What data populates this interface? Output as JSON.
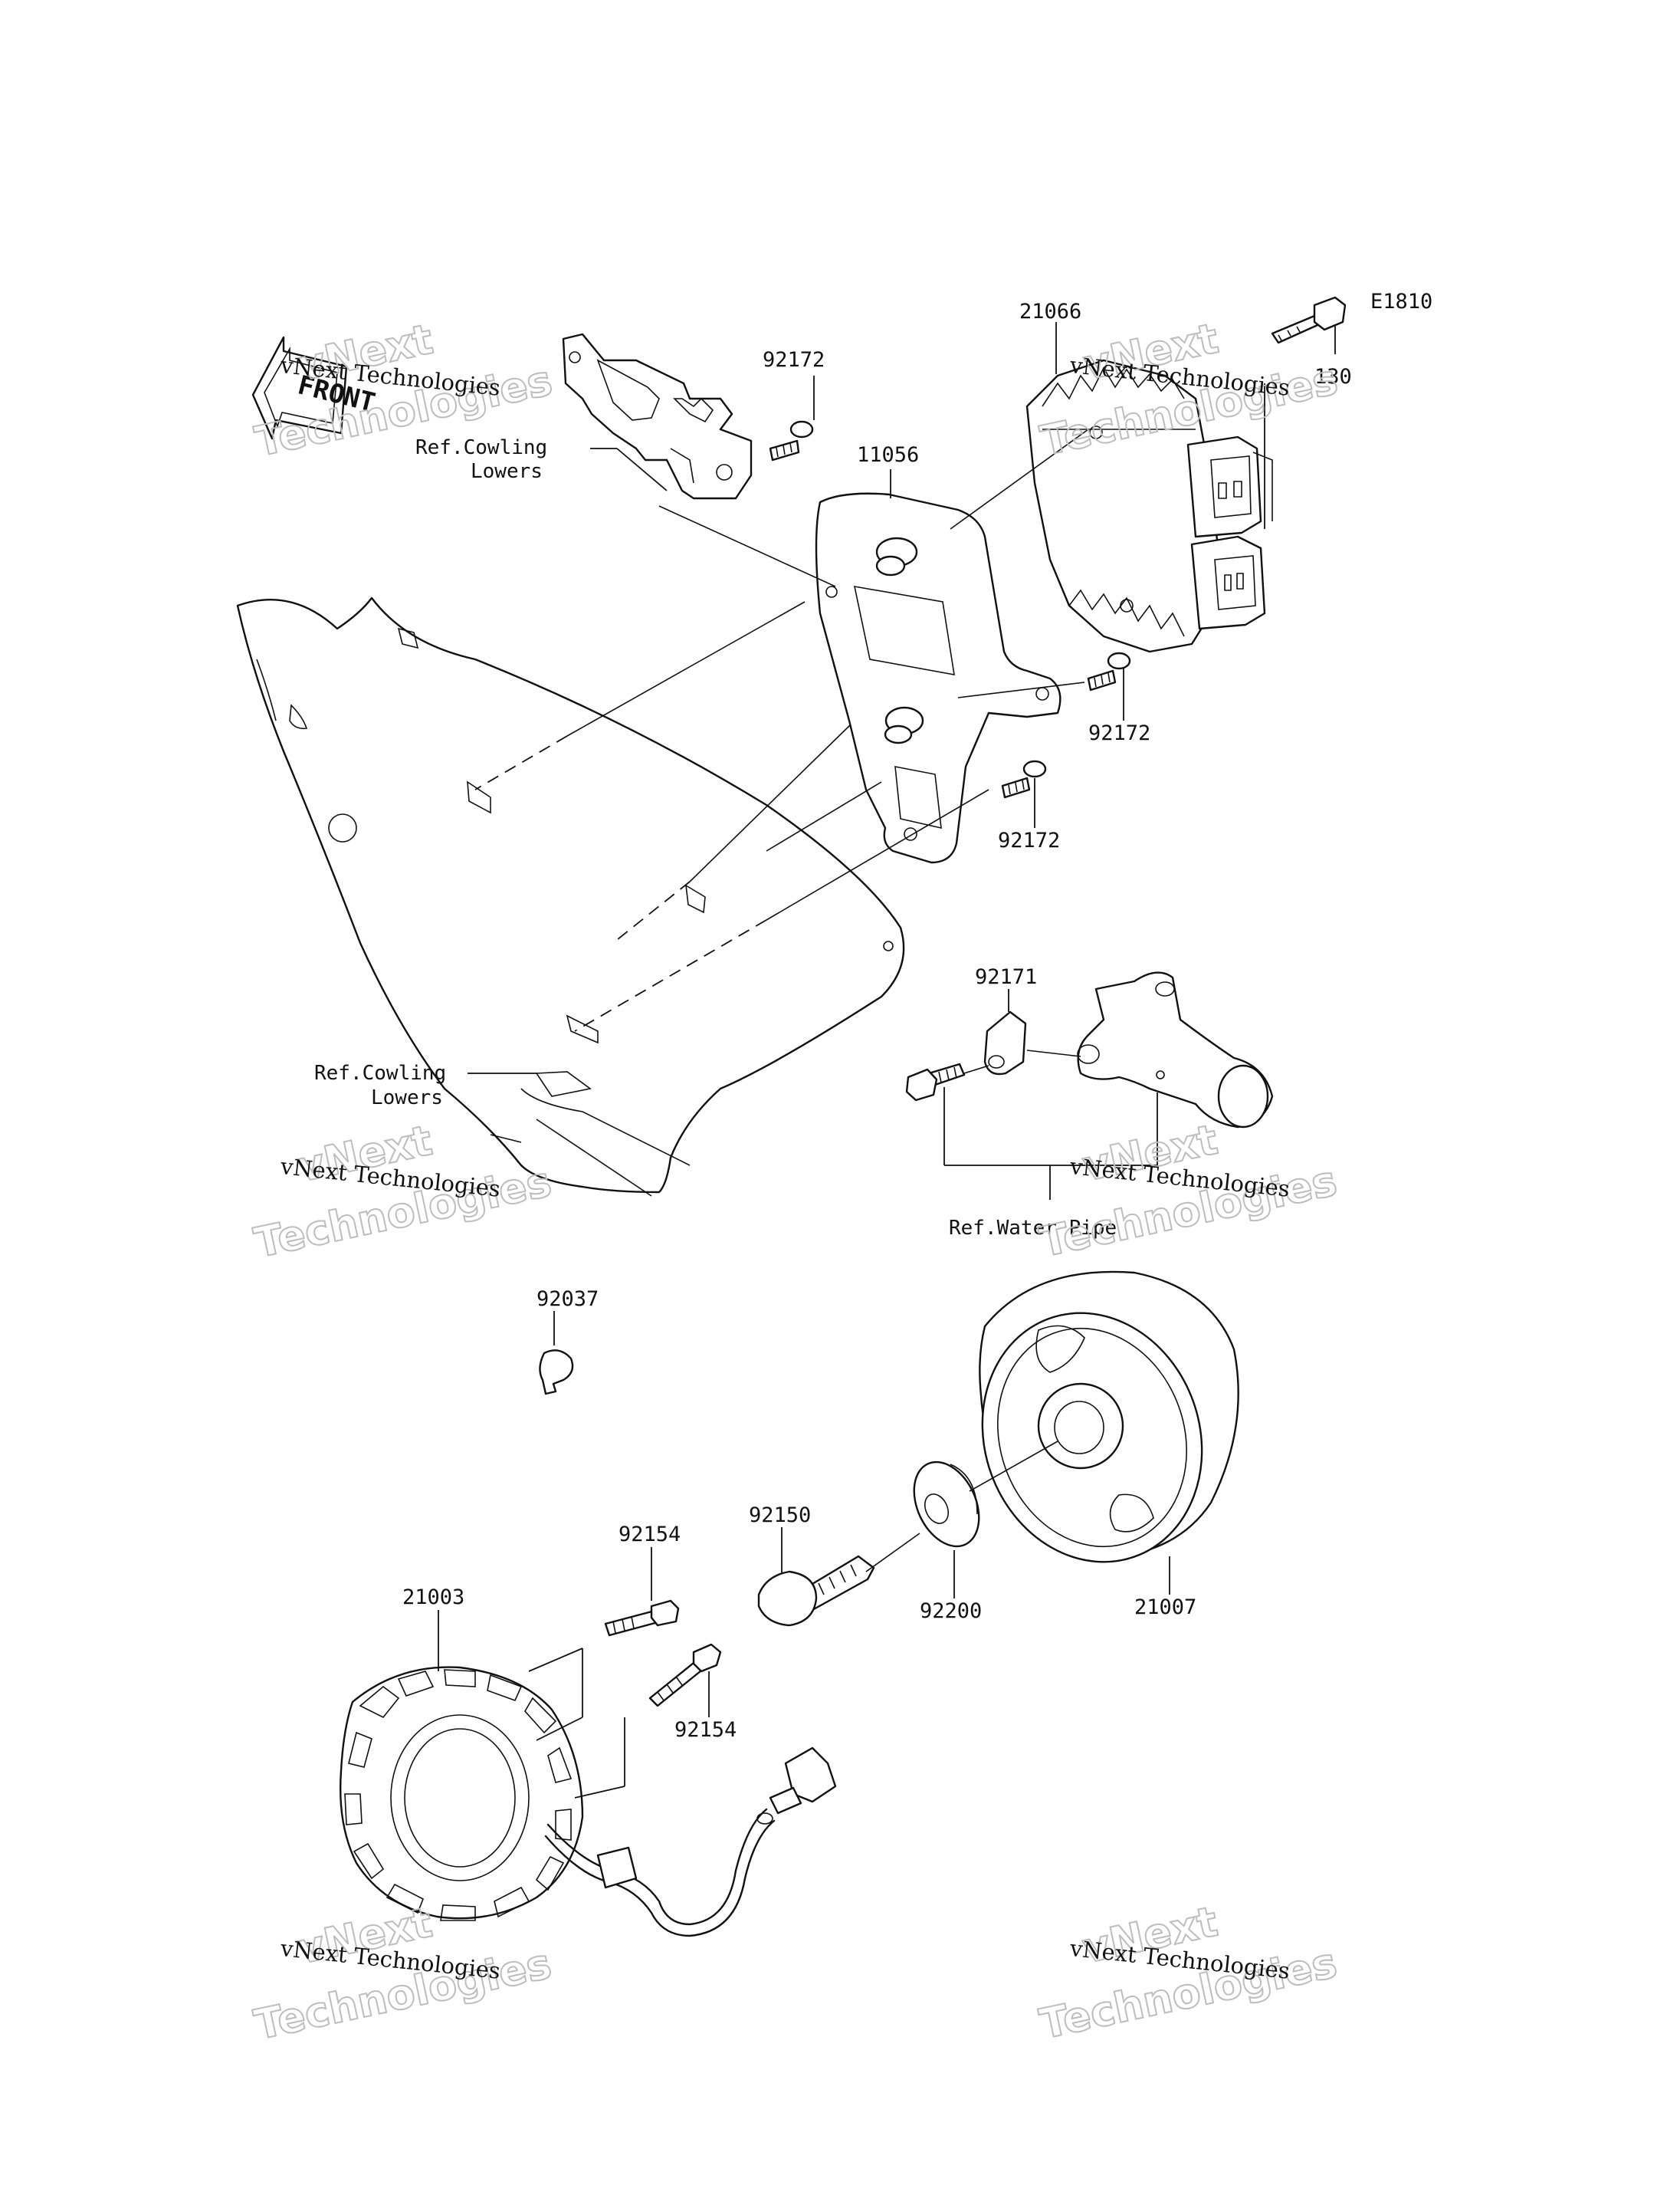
{
  "diagram_code": "E1810",
  "front_label": "FRONT",
  "watermark": {
    "main": "vNext Technologies",
    "ghost_line1": "vNext",
    "ghost_line2": "Technologies"
  },
  "refs": {
    "cowling_upper_line1": "Ref.Cowling",
    "cowling_upper_line2": "Lowers",
    "cowling_lower_line1": "Ref.Cowling",
    "cowling_lower_line2": "Lowers",
    "water_pipe": "Ref.Water Pipe"
  },
  "parts": {
    "p21066": "21066",
    "p130": "130",
    "p92172_a": "92172",
    "p11056": "11056",
    "p92172_b": "92172",
    "p92172_c": "92172",
    "p92171": "92171",
    "p92037": "92037",
    "p92150": "92150",
    "p92154_a": "92154",
    "p92154_b": "92154",
    "p21003": "21003",
    "p92200": "92200",
    "p21007": "21007"
  }
}
